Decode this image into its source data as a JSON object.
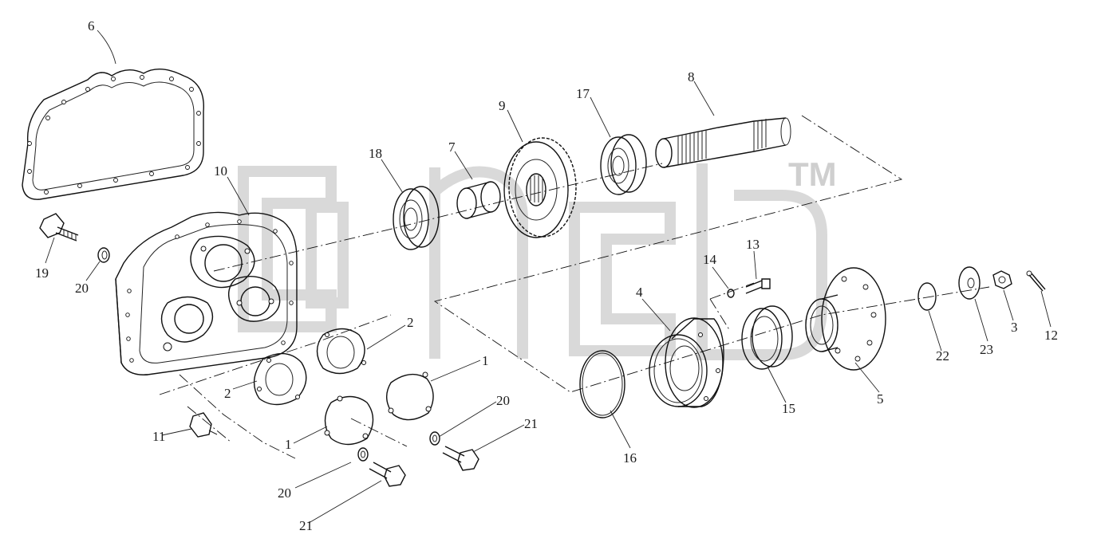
{
  "diagram": {
    "watermark_tm": "TM",
    "callouts": [
      "1",
      "1",
      "2",
      "2",
      "3",
      "4",
      "5",
      "6",
      "7",
      "8",
      "9",
      "10",
      "11",
      "12",
      "13",
      "14",
      "15",
      "16",
      "17",
      "18",
      "19",
      "20",
      "20",
      "20",
      "21",
      "21",
      "22",
      "23"
    ]
  }
}
